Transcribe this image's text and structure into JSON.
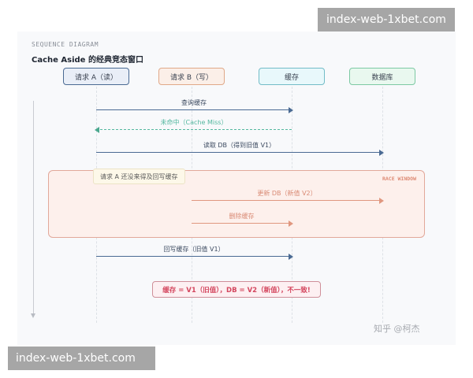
{
  "diagram": {
    "kicker": "SEQUENCE DIAGRAM",
    "title": "Cache Aside 的经典竞态窗口",
    "actors": [
      {
        "label": "请求 A（读）",
        "color": "#4a6a93"
      },
      {
        "label": "请求 B（写）",
        "color": "#e0a888"
      },
      {
        "label": "缓存",
        "color": "#72bcc7"
      },
      {
        "label": "数据库",
        "color": "#7cc9a3"
      }
    ],
    "messages": [
      {
        "from": "请求 A（读）",
        "to": "缓存",
        "label": "查询缓存",
        "style": "solid"
      },
      {
        "from": "缓存",
        "to": "请求 A（读）",
        "label": "未命中（Cache Miss）",
        "style": "dashed"
      },
      {
        "from": "请求 A（读）",
        "to": "数据库",
        "label": "读取 DB（得到旧值 V1）",
        "style": "solid"
      },
      {
        "from": "请求 B（写）",
        "to": "数据库",
        "label": "更新 DB（新值 V2）",
        "style": "solid",
        "in_race_window": true
      },
      {
        "from": "请求 B（写）",
        "to": "缓存",
        "label": "删除缓存",
        "style": "solid",
        "in_race_window": true
      },
      {
        "from": "请求 A（读）",
        "to": "缓存",
        "label": "回写缓存（旧值 V1）",
        "style": "solid"
      }
    ],
    "race_window": {
      "label": "RACE WINDOW",
      "note": "请求 A 还没来得及回写缓存",
      "color": "#e2a89a"
    },
    "result": {
      "text": "缓存 = V1（旧值），DB = V2（新值），不一致!",
      "color": "#d4475f"
    },
    "credit": "知乎 @柯杰"
  },
  "watermarks": {
    "top": "index-web-1xbet.com",
    "bottom": "index-web-1xbet.com"
  }
}
